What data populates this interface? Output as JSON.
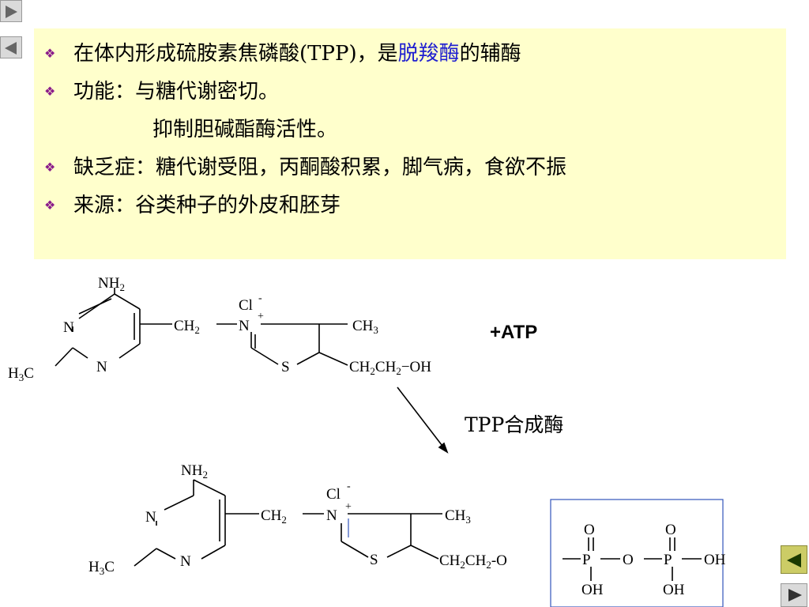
{
  "nav": {
    "next_top": "next-arrow",
    "prev_top": "prev-arrow",
    "prev_bottom": "prev-arrow",
    "next_bottom": "next-arrow"
  },
  "panel": {
    "bullet_symbol": "❖",
    "line1_a": "在体内形成硫胺素焦磷酸(TPP)，是",
    "line1_b": "脱羧酶",
    "line1_c": "的辅酶",
    "line2": "功能：与糖代谢密切。",
    "line3": "抑制胆碱酯酶活性。",
    "line4": "缺乏症：糖代谢受阻，丙酮酸积累，脚气病，食欲不振",
    "line5": "来源：谷类种子的外皮和胚芽"
  },
  "reaction": {
    "reagent": "+ATP",
    "enzyme": "TPP合成酶"
  },
  "colors": {
    "panel_bg": "#ffffcc",
    "highlight": "#1f1fd0",
    "bullet": "#8a1c8a",
    "phosphate_box": "#3355bb"
  }
}
